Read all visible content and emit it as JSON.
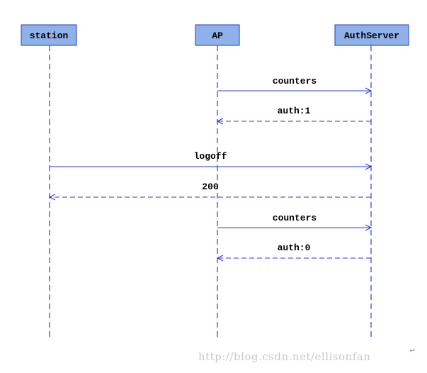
{
  "participants": [
    {
      "id": "station",
      "label": "station"
    },
    {
      "id": "ap",
      "label": "AP"
    },
    {
      "id": "authserver",
      "label": "AuthServer"
    }
  ],
  "messages": [
    {
      "from": "ap",
      "to": "authserver",
      "label": "counters",
      "style": "solid"
    },
    {
      "from": "authserver",
      "to": "ap",
      "label": "auth:1",
      "style": "dashed"
    },
    {
      "from": "station",
      "to": "authserver",
      "label": "logoff",
      "style": "solid"
    },
    {
      "from": "authserver",
      "to": "station",
      "label": "200",
      "style": "dashed"
    },
    {
      "from": "ap",
      "to": "authserver",
      "label": "counters",
      "style": "solid"
    },
    {
      "from": "authserver",
      "to": "ap",
      "label": "auth:0",
      "style": "dashed"
    }
  ],
  "watermark": "http://blog.csdn.net/ellisonfan",
  "colors": {
    "box_fill": "#8fb0e8",
    "line": "#2a3fd6"
  }
}
